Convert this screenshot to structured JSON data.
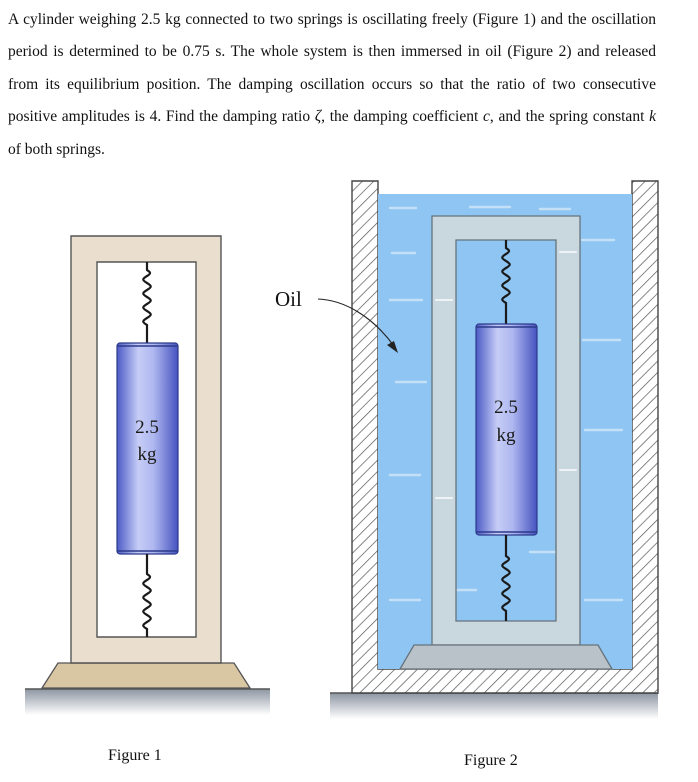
{
  "problem": {
    "p1": "A cylinder weighing 2.5 kg connected to two springs is oscillating freely (Figure 1) and the oscillation period is determined to be 0.75 s. The whole system is then immersed in oil (Figure 2) and released from its equilibrium position. The damping oscillation occurs so that the ratio of two consecutive positive amplitudes is 4. Find the damping ratio ",
    "zeta": "ζ",
    "p2": ", the damping coefficient ",
    "c": "c",
    "p3": ", and the spring constant ",
    "k": "k",
    "p4": " of both springs."
  },
  "figure1": {
    "mass_value": "2.5",
    "mass_unit": "kg",
    "caption": "Figure 1"
  },
  "figure2": {
    "oil_label": "Oil",
    "mass_value": "2.5",
    "mass_unit": "kg",
    "caption": "Figure 2"
  },
  "colors": {
    "frame_fill": "#eadfcf",
    "frame_stroke": "#555555",
    "base_fill": "#d9c6a2",
    "oil_fill": "#8fc5f3",
    "oil_frame_fill": "#c9d7df",
    "cylinder_mid": "#b7bff0",
    "cylinder_edge": "#5564cc",
    "ground": "#9aa3b0"
  }
}
